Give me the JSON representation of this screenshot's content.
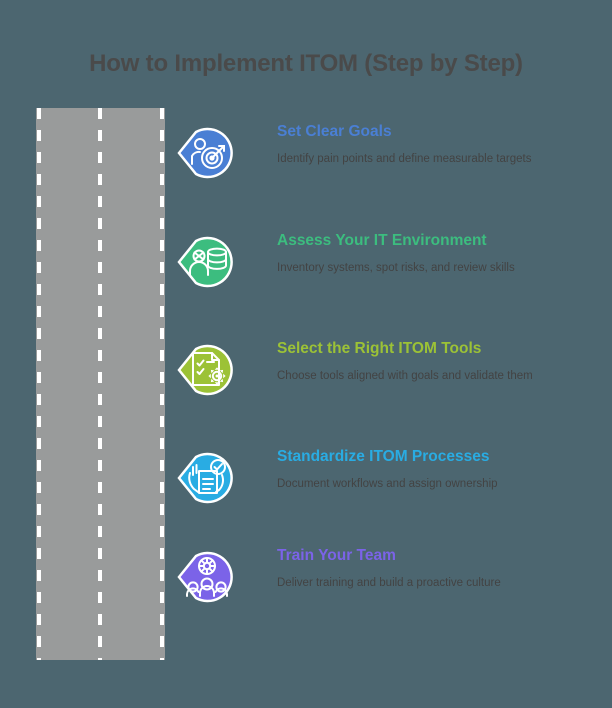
{
  "title": "How to Implement ITOM (Step by Step)",
  "theme": {
    "background": "#4c6670",
    "title_color": "#4a4a4a",
    "road_surface": "#999b9b",
    "road_marking": "#ffffff",
    "body_text": "#434343"
  },
  "road": {
    "name": "road-graphic",
    "lane_lines": 3,
    "line_style": "dashed"
  },
  "steps": [
    {
      "index": 1,
      "heading": "Set Clear Goals",
      "description": "Identify pain points and define measurable targets",
      "color": "#4a7fd4",
      "icon": "target-person-icon"
    },
    {
      "index": 2,
      "heading": "Assess Your IT Environment",
      "description": "Inventory systems, spot risks, and review skills",
      "color": "#3cbd7f",
      "icon": "database-user-icon"
    },
    {
      "index": 3,
      "heading": "Select the Right ITOM Tools",
      "description": "Choose tools aligned with goals and validate them",
      "color": "#9cc236",
      "icon": "checklist-gear-icon"
    },
    {
      "index": 4,
      "heading": "Standardize ITOM Processes",
      "description": "Document workflows and assign ownership",
      "color": "#29ace3",
      "icon": "document-check-hands-icon"
    },
    {
      "index": 5,
      "heading": "Train Your Team",
      "description": "Deliver training and build a proactive culture",
      "color": "#7b63e8",
      "icon": "team-gear-icon"
    }
  ]
}
